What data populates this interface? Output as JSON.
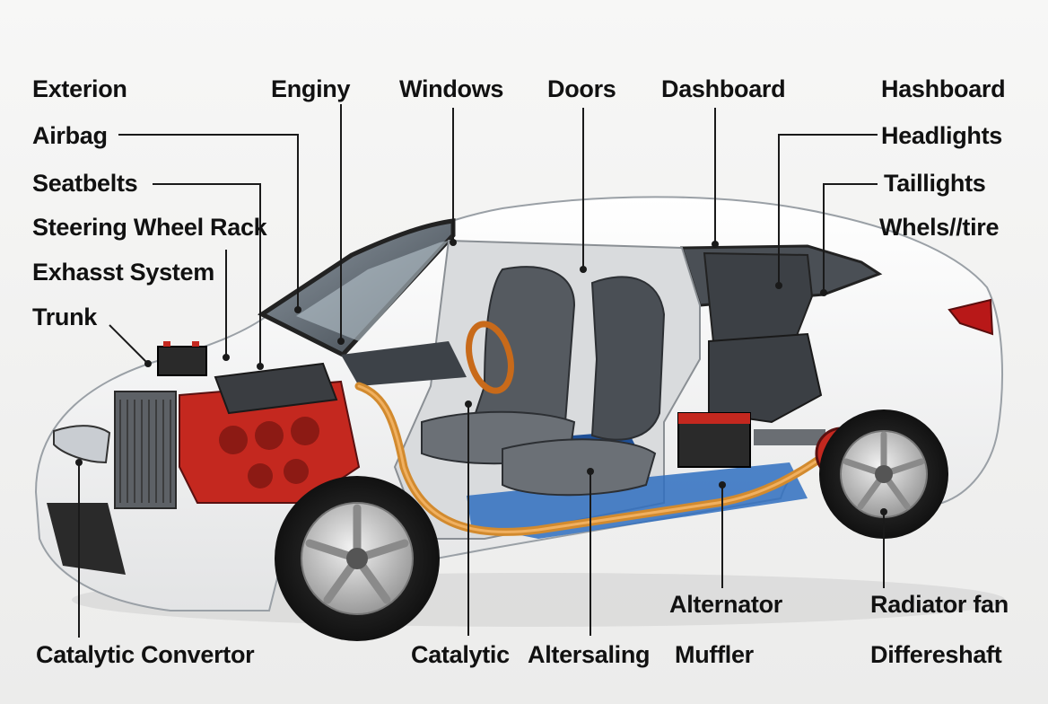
{
  "labels": {
    "exterion": "Exterion",
    "airbag": "Airbag",
    "seatbelts": "Seatbelts",
    "steering_wheel_rack": "Steering Wheel Rack",
    "exhaust_system": "Exhasst System",
    "trunk": "Trunk",
    "enginy": "Enginy",
    "windows": "Windows",
    "doors": "Doors",
    "dashboard": "Dashboard",
    "hashboard": "Hashboard",
    "headlights": "Headlights",
    "taillights": "Taillights",
    "wheels_tire": "Whels//tire",
    "catalytic_convertor": "Catalytic Convertor",
    "catalytic": "Catalytic",
    "altersaling": "Altersaling",
    "alternator": "Alternator",
    "muffler": "Muffler",
    "radiator_fan": "Radiator fan",
    "differeshaft": "Differeshaft"
  },
  "colors": {
    "body": "#ffffff",
    "engine": "#c4281f",
    "pipe": "#d28a2e",
    "floor_accent": "#2f6fc0",
    "seat": "#555a60",
    "leader": "#1a1a1a"
  }
}
